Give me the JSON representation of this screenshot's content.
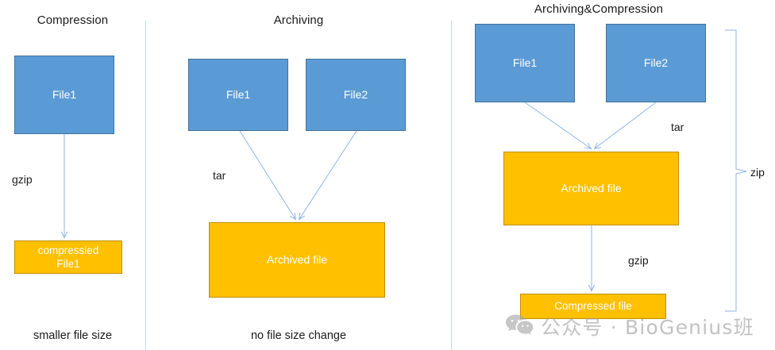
{
  "diagram": {
    "title_panel_1": "Compression",
    "title_panel_2": "Archiving",
    "title_panel_3": "Archiving&Compression",
    "colors": {
      "input_box": "#5B9BD5",
      "input_box_border": "#41719C",
      "output_box": "#FFC000",
      "output_box_border": "#BF9000",
      "arrow": "#8EB4E3",
      "divider": "#C5DBEF",
      "label_text": "#1A1A1A",
      "box_text": "#FFFFFF",
      "watermark": "#9E9E9E"
    }
  },
  "panel_1": {
    "title": "Compression",
    "boxes": {
      "file1": "File1",
      "compressed": "compressied\nFile1"
    },
    "labels": {
      "gzip": "gzip"
    },
    "caption": "smaller file size"
  },
  "panel_2": {
    "title": "Archiving",
    "boxes": {
      "file1": "File1",
      "file2": "File2",
      "archived": "Archived file"
    },
    "labels": {
      "tar": "tar"
    },
    "caption": "no file size change"
  },
  "panel_3": {
    "title": "Archiving&Compression",
    "boxes": {
      "file1": "File1",
      "file2": "File2",
      "archived": "Archived file",
      "compressed": "Compressed file"
    },
    "labels": {
      "tar": "tar",
      "gzip": "gzip",
      "zip": "zip"
    }
  },
  "watermark": {
    "icon": "wechat-icon",
    "text": "公众号 · BioGenius班"
  }
}
